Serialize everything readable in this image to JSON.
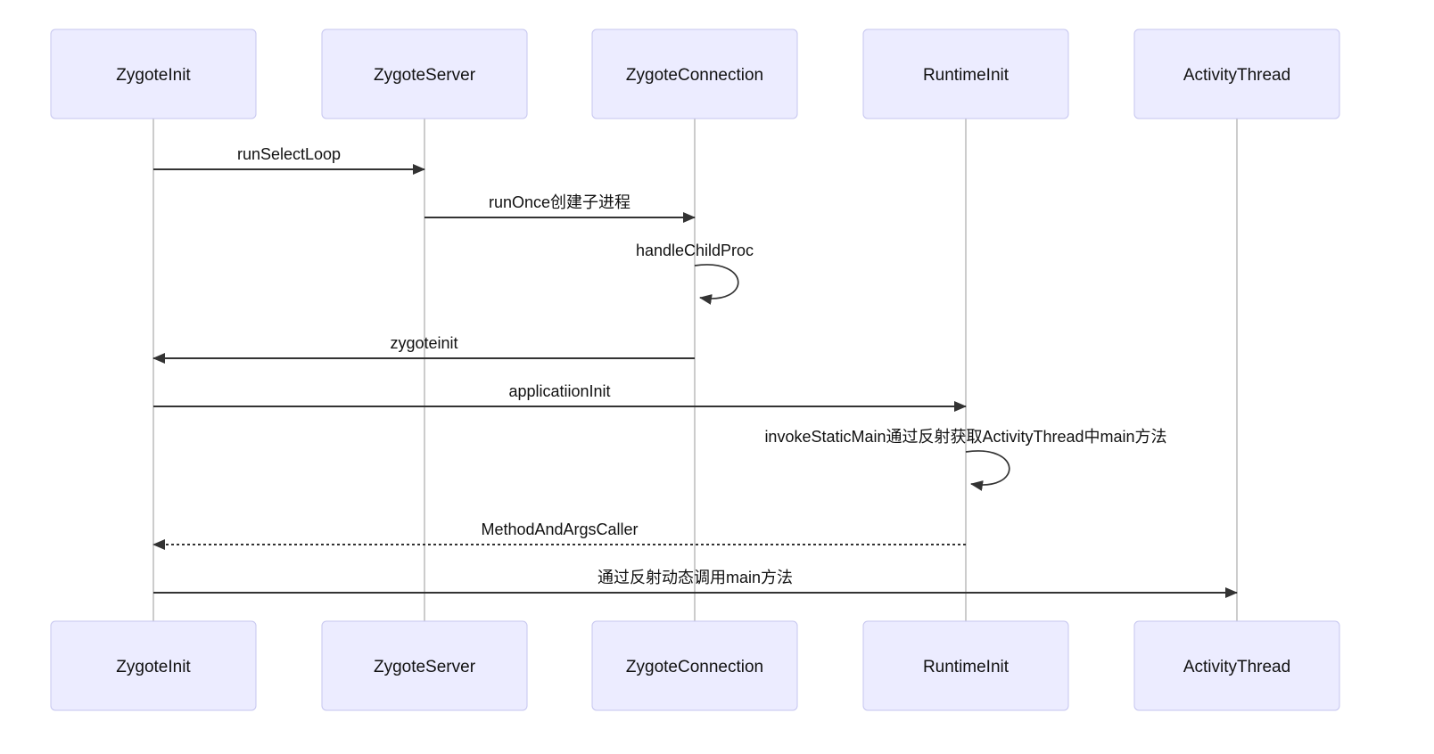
{
  "diagram": {
    "type": "sequence",
    "participants": [
      {
        "name": "ZygoteInit"
      },
      {
        "name": "ZygoteServer"
      },
      {
        "name": "ZygoteConnection"
      },
      {
        "name": "RuntimeInit"
      },
      {
        "name": "ActivityThread"
      }
    ],
    "messages": [
      {
        "from": "ZygoteInit",
        "to": "ZygoteServer",
        "label": "runSelectLoop",
        "line": "solid",
        "self": false
      },
      {
        "from": "ZygoteServer",
        "to": "ZygoteConnection",
        "label": "runOnce创建子进程",
        "line": "solid",
        "self": false
      },
      {
        "from": "ZygoteConnection",
        "to": "ZygoteConnection",
        "label": "handleChildProc",
        "line": "solid",
        "self": true
      },
      {
        "from": "ZygoteConnection",
        "to": "ZygoteInit",
        "label": "zygoteinit",
        "line": "solid",
        "self": false
      },
      {
        "from": "ZygoteInit",
        "to": "RuntimeInit",
        "label": "applicatiionInit",
        "line": "solid",
        "self": false
      },
      {
        "from": "RuntimeInit",
        "to": "RuntimeInit",
        "label": "invokeStaticMain通过反射获取ActivityThread中main方法",
        "line": "solid",
        "self": true
      },
      {
        "from": "RuntimeInit",
        "to": "ZygoteInit",
        "label": "MethodAndArgsCaller",
        "line": "dashed",
        "self": false
      },
      {
        "from": "ZygoteInit",
        "to": "ActivityThread",
        "label": "通过反射动态调用main方法",
        "line": "solid",
        "self": false
      }
    ],
    "colors": {
      "actor_fill": "#ECECFF",
      "actor_border": "#C6C6EF",
      "line": "#333333",
      "lifeline": "#999999",
      "text": "#111111",
      "background": "#FFFFFF"
    }
  }
}
